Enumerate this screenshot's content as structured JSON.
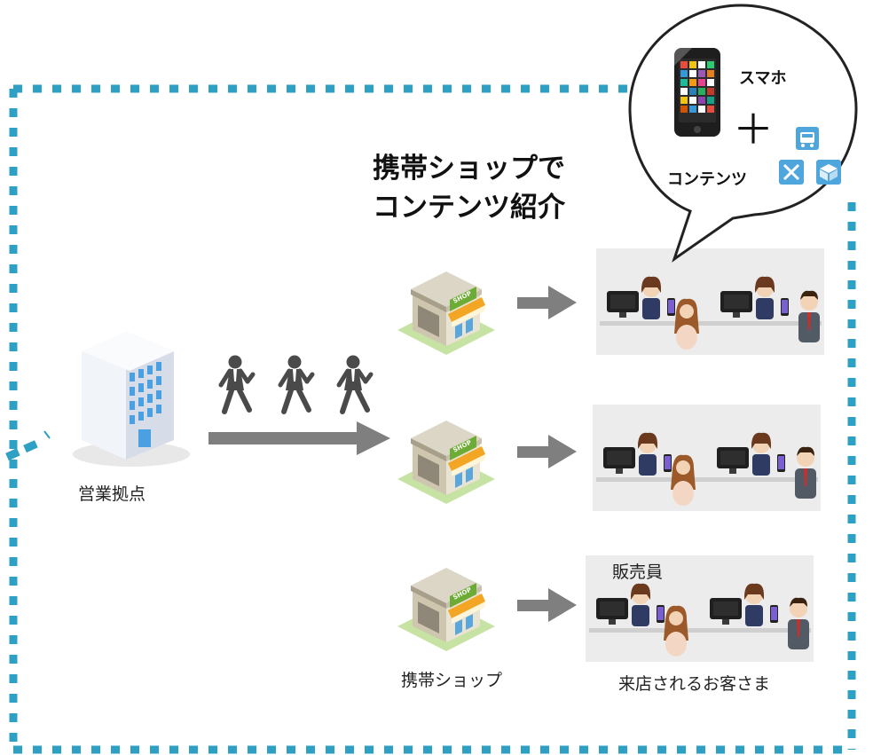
{
  "headline": {
    "line1": "携帯ショップで",
    "line2": "コンテンツ紹介"
  },
  "bubble": {
    "smartphone": "スマホ",
    "plus": "＋",
    "contents": "コンテンツ"
  },
  "labels": {
    "sales_base": "営業拠点",
    "shop": "携帯ショップ",
    "staff": "販売員",
    "customers": "来店されるお客さま"
  },
  "colors": {
    "border": "#2ea0c4",
    "arrow": "#7f7f7f",
    "counter_bg": "#ececec"
  }
}
